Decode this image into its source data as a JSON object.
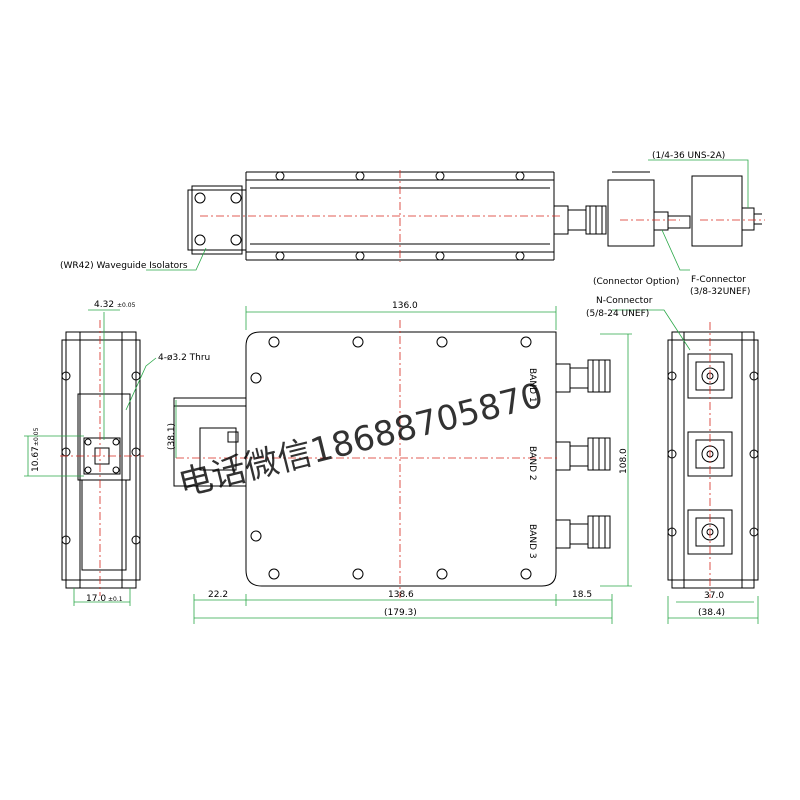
{
  "callouts": {
    "thread": "(1/4-36 UNS-2A)",
    "isolators": "(WR42) Waveguide Isolators",
    "connector_option": "(Connector Option)",
    "f_connector": "F-Connector",
    "f_thread": "(3/8-32UNEF)",
    "n_connector": "N-Connector",
    "n_thread": "(5/8-24 UNEF)",
    "holes": "4-ø3.2 Thru"
  },
  "dims": {
    "flange_hole": "4.32",
    "flange_hole_tol": "±0.05",
    "flange_height": "10.67",
    "flange_height_tol": "±0.05",
    "flange_width": "17.0",
    "flange_width_tol": "±0.1",
    "top_width": "136.0",
    "height": "108.0",
    "port_offset": "(38.1)",
    "left": "22.2",
    "body": "138.6",
    "right": "18.5",
    "total": "(179.3)",
    "side_width": "37.0",
    "side_total": "(38.4)"
  },
  "bands": [
    "BAND 1",
    "BAND 2",
    "BAND 3"
  ],
  "watermark": "电话微信18688705870",
  "colors": {
    "line": "#000000",
    "center": "#d6281f",
    "dim": "#2aa848",
    "watermark": "#e8322c"
  }
}
